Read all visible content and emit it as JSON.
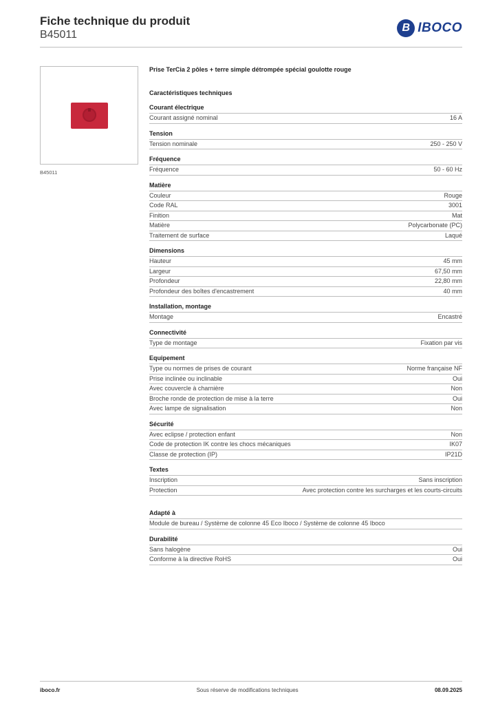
{
  "header": {
    "title": "Fiche technique du produit",
    "reference": "B45011",
    "logo_text": "IBOCO",
    "logo_mark": "B"
  },
  "image": {
    "caption": "B45011",
    "color": "#c8283c"
  },
  "product": {
    "title": "Prise TerCia 2 pôles + terre simple détrompée spécial goulotte rouge",
    "characteristics_heading": "Caractéristiques techniques"
  },
  "sections": [
    {
      "title": "Courant électrique",
      "rows": [
        {
          "k": "Courant assigné nominal",
          "v": "16 A"
        }
      ]
    },
    {
      "title": "Tension",
      "rows": [
        {
          "k": "Tension nominale",
          "v": "250 - 250 V"
        }
      ]
    },
    {
      "title": "Fréquence",
      "rows": [
        {
          "k": "Fréquence",
          "v": "50 - 60 Hz"
        }
      ]
    },
    {
      "title": "Matière",
      "rows": [
        {
          "k": "Couleur",
          "v": "Rouge"
        },
        {
          "k": "Code RAL",
          "v": "3001"
        },
        {
          "k": "Finition",
          "v": "Mat"
        },
        {
          "k": "Matière",
          "v": "Polycarbonate (PC)"
        },
        {
          "k": "Traitement de surface",
          "v": "Laqué"
        }
      ]
    },
    {
      "title": "Dimensions",
      "rows": [
        {
          "k": "Hauteur",
          "v": "45 mm"
        },
        {
          "k": "Largeur",
          "v": "67,50 mm"
        },
        {
          "k": "Profondeur",
          "v": "22,80 mm"
        },
        {
          "k": "Profondeur des boîtes d'encastrement",
          "v": "40 mm"
        }
      ]
    },
    {
      "title": "Installation, montage",
      "rows": [
        {
          "k": "Montage",
          "v": "Encastré"
        }
      ]
    },
    {
      "title": "Connectivité",
      "rows": [
        {
          "k": "Type de montage",
          "v": "Fixation par vis"
        }
      ]
    },
    {
      "title": "Equipement",
      "rows": [
        {
          "k": "Type ou normes de prises de courant",
          "v": "Norme française NF"
        },
        {
          "k": "Prise inclinée ou inclinable",
          "v": "Oui"
        },
        {
          "k": "Avec couvercle à charnière",
          "v": "Non"
        },
        {
          "k": "Broche ronde de protection de mise à la terre",
          "v": "Oui"
        },
        {
          "k": "Avec lampe de signalisation",
          "v": "Non"
        }
      ]
    },
    {
      "title": "Sécurité",
      "rows": [
        {
          "k": "Avec eclipse / protection enfant",
          "v": "Non"
        },
        {
          "k": "Code de protection IK contre les chocs mécaniques",
          "v": "IK07"
        },
        {
          "k": "Classe de protection (IP)",
          "v": "IP21D"
        }
      ]
    },
    {
      "title": "Textes",
      "rows": [
        {
          "k": "Inscription",
          "v": "Sans inscription"
        },
        {
          "k": "Protection",
          "v": "Avec protection contre les surcharges et les courts-circuits"
        }
      ]
    },
    {
      "title": "Adapté à",
      "rows": [
        {
          "k": "Module de bureau / Système de colonne 45 Eco Iboco / Système de colonne 45 Iboco",
          "v": ""
        }
      ]
    },
    {
      "title": "Durabilité",
      "rows": [
        {
          "k": "Sans halogène",
          "v": "Oui"
        },
        {
          "k": "Conforme à la directive RoHS",
          "v": "Oui"
        }
      ]
    }
  ],
  "footer": {
    "site": "iboco.fr",
    "notice": "Sous réserve de modifications techniques",
    "date": "08.09.2025"
  }
}
